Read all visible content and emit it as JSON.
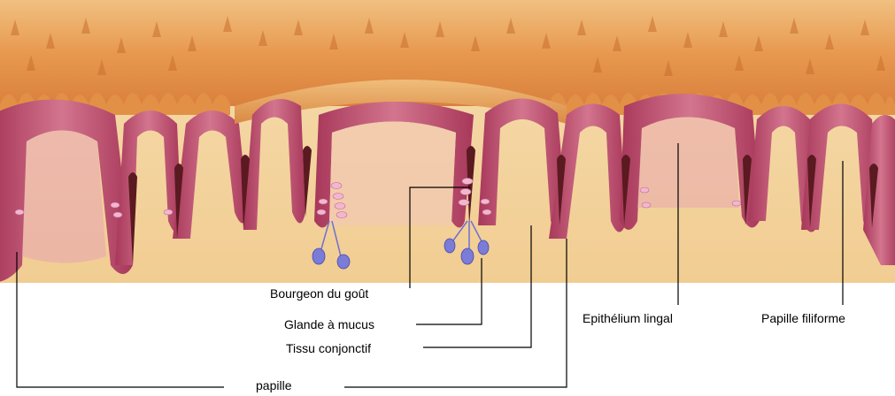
{
  "labels": {
    "bourgeon": "Bourgeon du goût",
    "glande": "Glande à mucus",
    "tissu": "Tissu conjonctif",
    "epithelium": "Epithélium lingal",
    "papille_filiforme": "Papille filiforme",
    "papille": "papille"
  },
  "colors": {
    "background": "#ffffff",
    "surface_tissue": "#e8a45a",
    "connective_tissue": "#f4d7a4",
    "epithelium_pink": "#c2506e",
    "papilla_dark": "#5a1a20",
    "gland_blue": "#6f6fd0",
    "leader_line": "#000000"
  }
}
